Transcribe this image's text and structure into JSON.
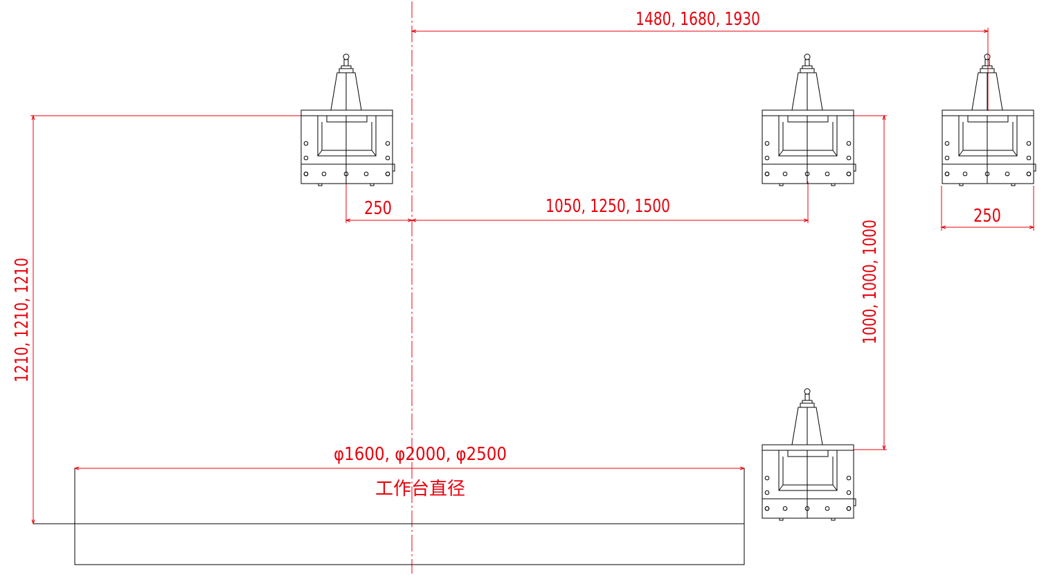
{
  "dimensions": {
    "top_spacing": "1480, 1680, 1930",
    "left_offset": "250",
    "mid_spacing": "1050, 1250, 1500",
    "right_width": "250",
    "vertical_left": "1210, 1210, 1210",
    "vertical_right": "1000, 1000, 1000",
    "table_diameter": "φ1600, φ2000, φ2500"
  },
  "labels": {
    "table_caption": "工作台直径"
  },
  "colors": {
    "dimension": "#e8000b",
    "outline": "#000000"
  }
}
